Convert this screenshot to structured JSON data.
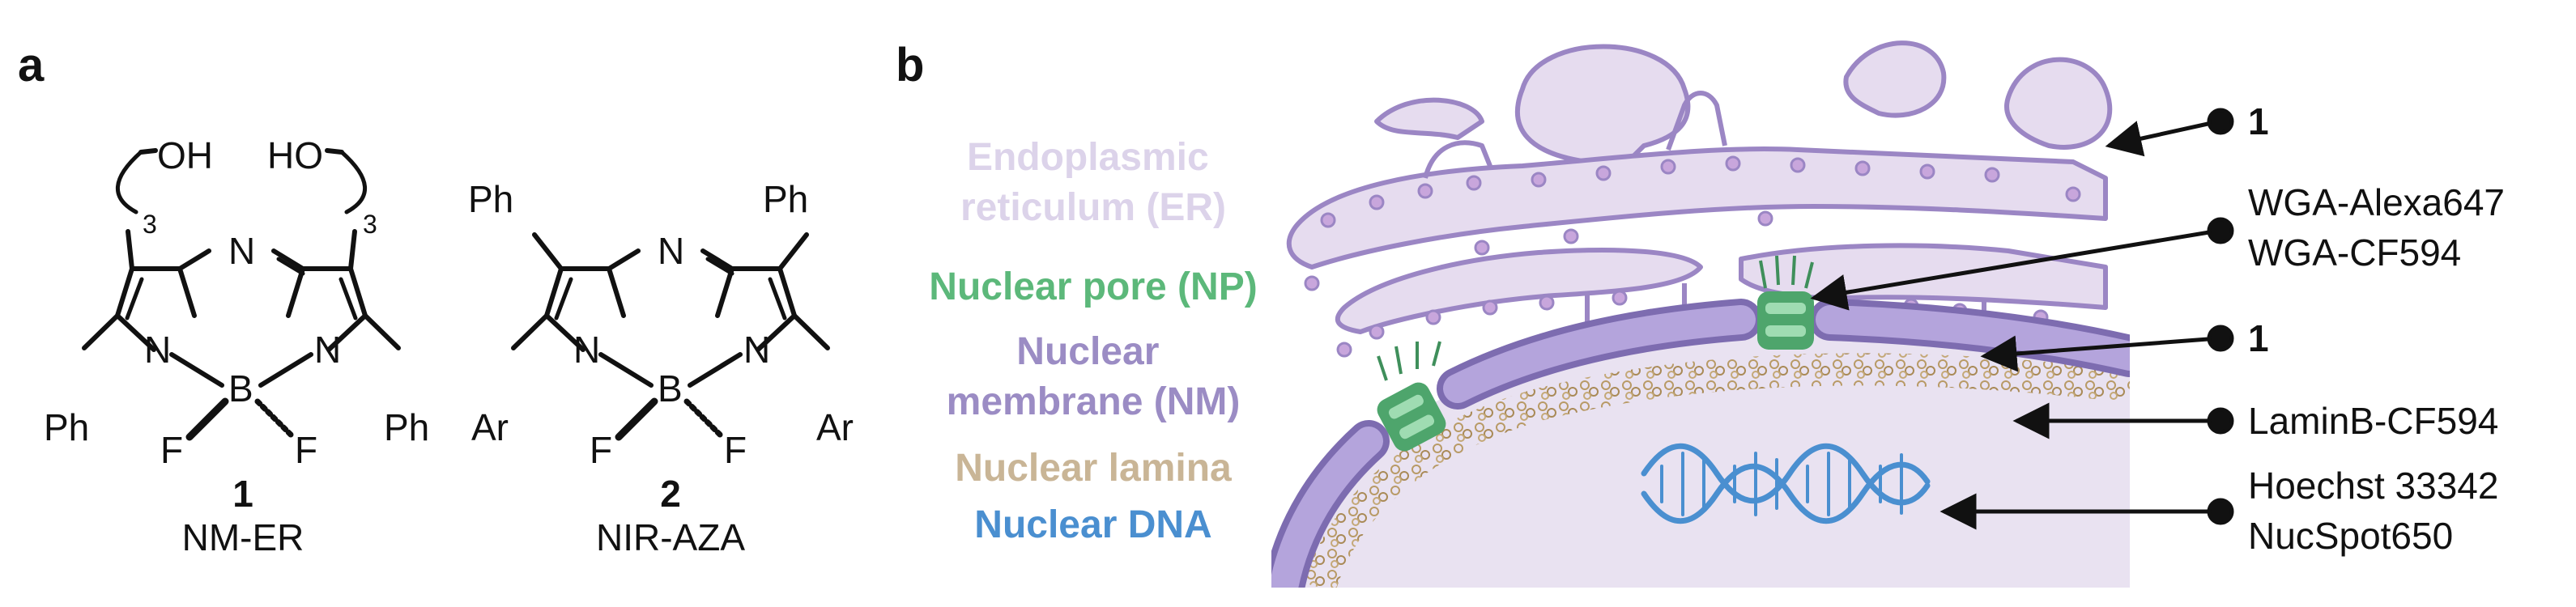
{
  "panels": {
    "a": "a",
    "b": "b"
  },
  "molecule_1": {
    "oh_left": "OH",
    "oh_right": "HO",
    "chain_sub_left": "3",
    "chain_sub_right": "3",
    "n_bridge": "N",
    "n_left": "N",
    "n_right": "N",
    "boron": "B",
    "f_left": "F",
    "f_right": "F",
    "ph_left": "Ph",
    "ph_right": "Ph",
    "number": "1",
    "name": "NM-ER"
  },
  "molecule_2": {
    "ph_left": "Ph",
    "ph_right": "Ph",
    "n_bridge": "N",
    "n_left": "N",
    "n_right": "N",
    "boron": "B",
    "f_left": "F",
    "f_right": "F",
    "ar_left": "Ar",
    "ar_right": "Ar",
    "number": "2",
    "name": "NIR-AZA"
  },
  "legend": [
    {
      "lines": [
        "Endoplasmic",
        "reticulum (ER)"
      ],
      "color": "#dcd3ea"
    },
    {
      "lines": [
        "Nuclear pore (NP)"
      ],
      "color": "#5cb87a"
    },
    {
      "lines": [
        "Nuclear",
        "membrane (NM)"
      ],
      "color": "#9b8cc4"
    },
    {
      "lines": [
        "Nuclear lamina"
      ],
      "color": "#c9b596"
    },
    {
      "lines": [
        "Nuclear DNA"
      ],
      "color": "#4a8fd0"
    }
  ],
  "callouts": [
    {
      "lines": [
        "1"
      ],
      "bold": true
    },
    {
      "lines": [
        "WGA-Alexa647",
        "WGA-CF594"
      ],
      "bold": false
    },
    {
      "lines": [
        "1"
      ],
      "bold": true
    },
    {
      "lines": [
        "LaminB-CF594"
      ],
      "bold": false
    },
    {
      "lines": [
        "Hoechst 33342",
        "NucSpot650"
      ],
      "bold": false
    }
  ],
  "colors": {
    "er_fill": "#e6dcef",
    "er_stroke": "#9b86c4",
    "ribosome": "#c8a6dc",
    "membrane_fill": "#b4a4dc",
    "membrane_stroke": "#7d6cb0",
    "nucleoplasm": "#e9e2f1",
    "lamina": "#b89a66",
    "pore": "#4ea56c",
    "pore_light": "#9fdcb2",
    "dna": "#4a8fd0",
    "ink": "#111111"
  }
}
